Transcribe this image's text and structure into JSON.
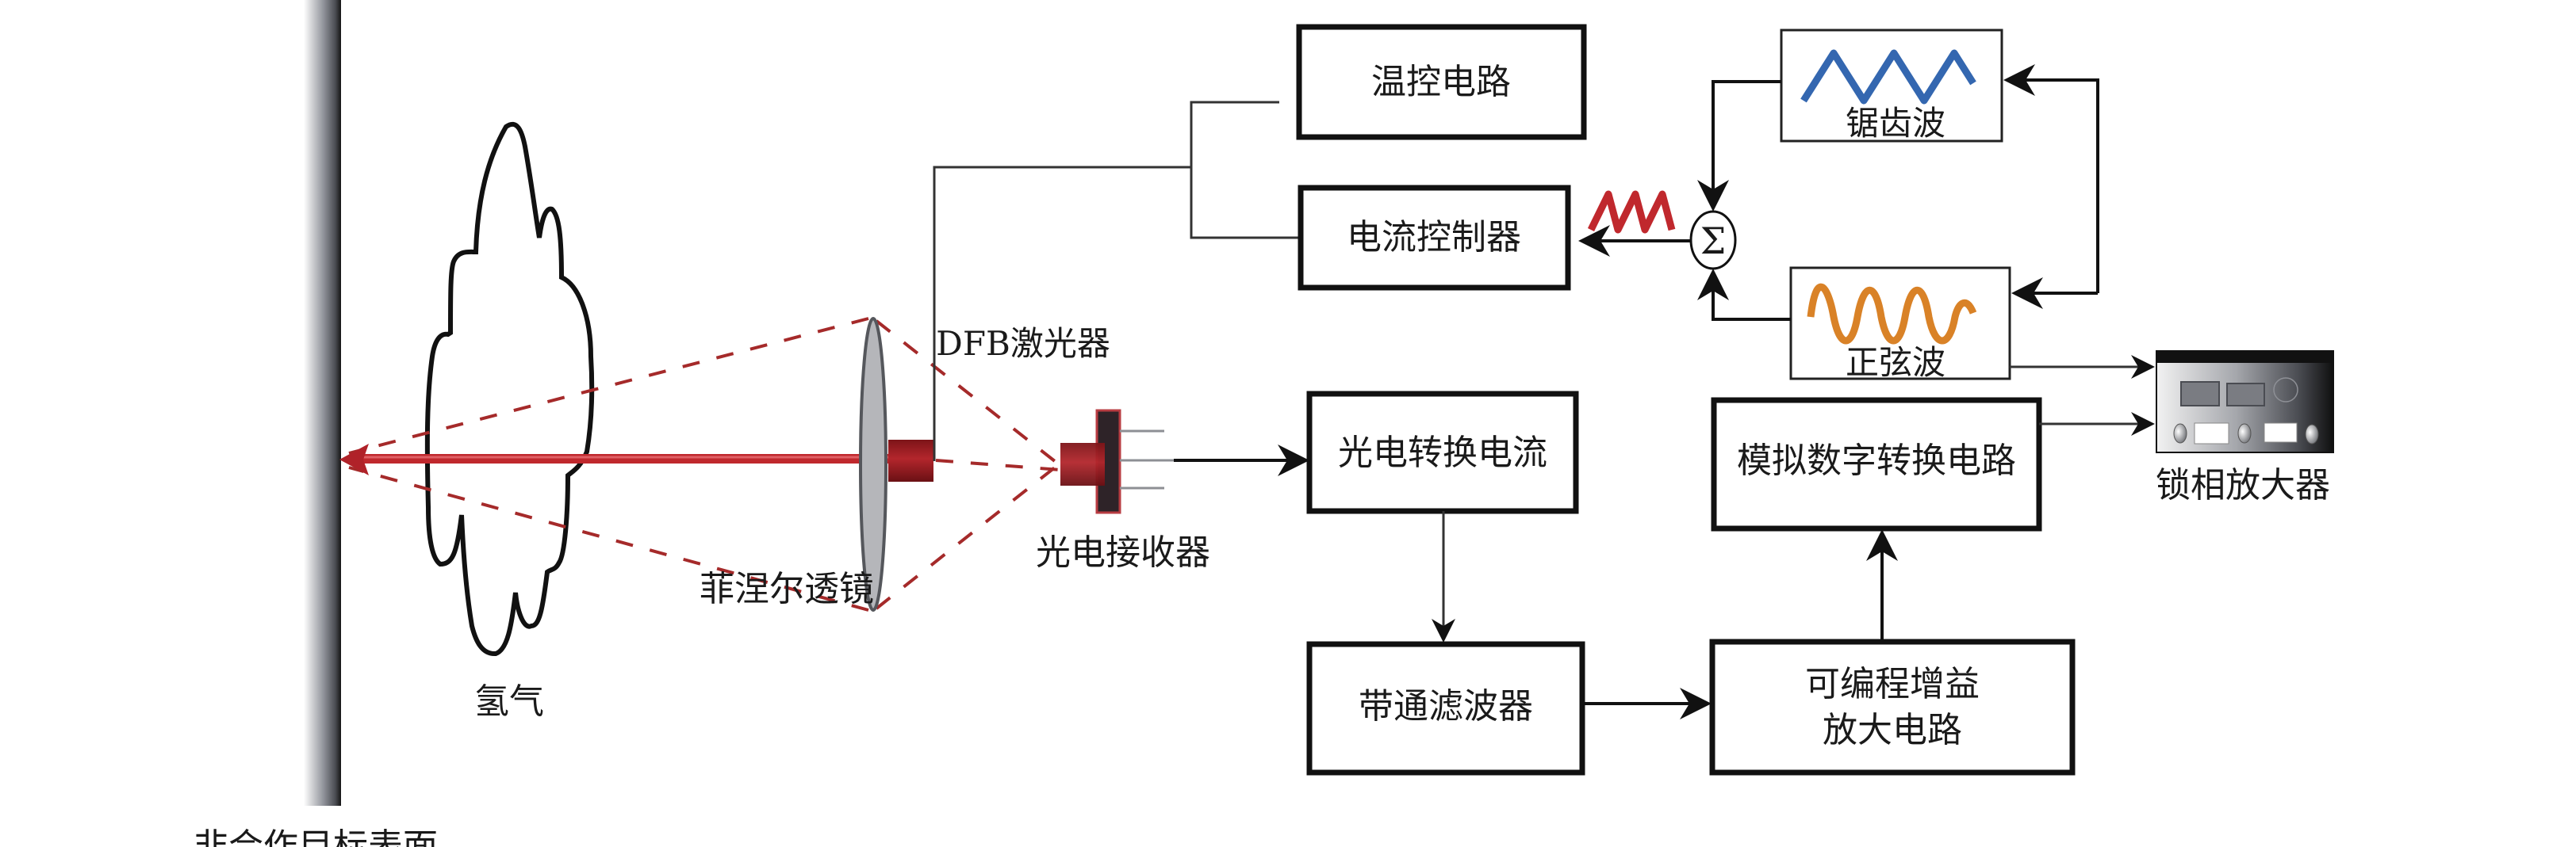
{
  "figure": {
    "target_surface_label": "非合作目标表面",
    "gas_label": "氢气",
    "lens_label": "菲涅尔透镜",
    "laser_label": "DFB激光器",
    "receiver_label": "光电接收器",
    "lockin_label": "锁相放大器",
    "sum_symbol": "Σ"
  },
  "blocks": {
    "temp_control": "温控电路",
    "current_controller": "电流控制器",
    "sawtooth_wave": "锯齿波",
    "sine_wave": "正弦波",
    "photo_current": "光电转换电流",
    "bandpass_filter": "带通滤波器",
    "pga_line1": "可编程增益",
    "pga_line2": "放大电路",
    "adc": "模拟数字转换电路"
  },
  "colors": {
    "laser_beam": "#c0282d",
    "dashed_rays": "#a52a2a",
    "sawtooth_wave": "#3467b0",
    "sine_wave": "#d98227",
    "modulated_wave": "#c0282d",
    "lens_fill": "#b5b6ba",
    "laser_body": "#9e1c22"
  }
}
